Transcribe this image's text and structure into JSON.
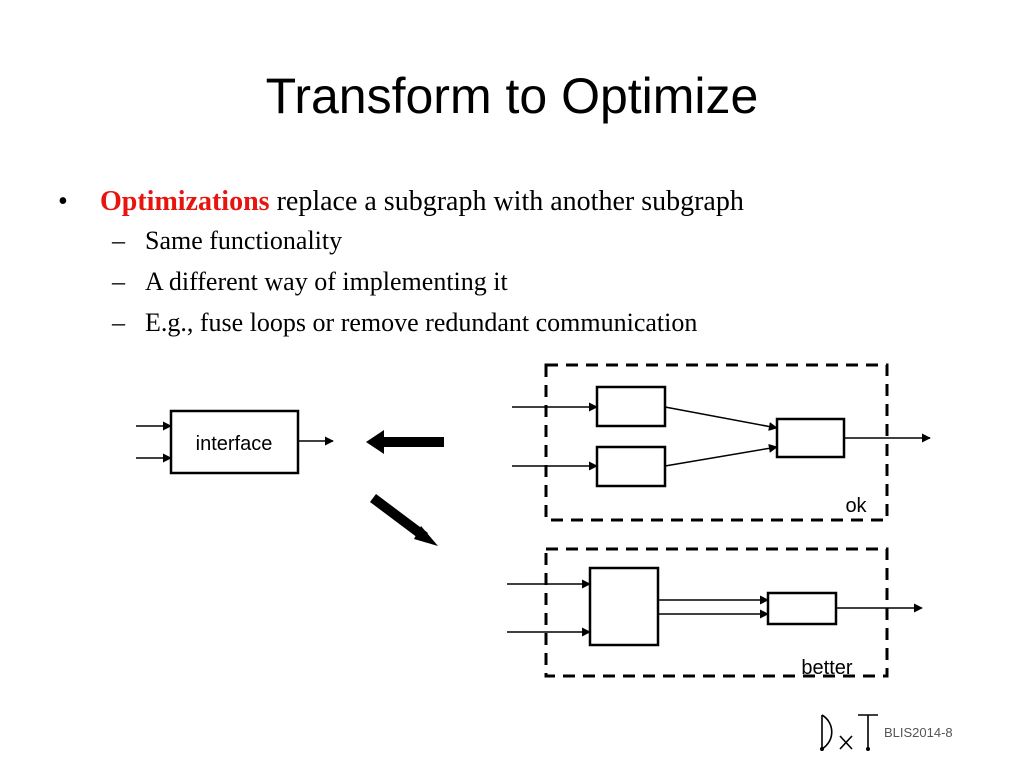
{
  "slide": {
    "title": "Transform to Optimize",
    "bullet": {
      "emphasis": "Optimizations",
      "rest": " replace a subgraph with another subgraph",
      "subitems": [
        "Same functionality",
        "A different way of implementing it",
        "E.g., fuse loops or remove redundant communication"
      ]
    },
    "diagram": {
      "interface_label": "interface",
      "ok_label": "ok",
      "better_label": "better"
    },
    "footer": "BLIS2014-8",
    "logo_icon": "dxt-logo-icon",
    "colors": {
      "emphasis": "#e8150e",
      "text": "#000000"
    }
  }
}
